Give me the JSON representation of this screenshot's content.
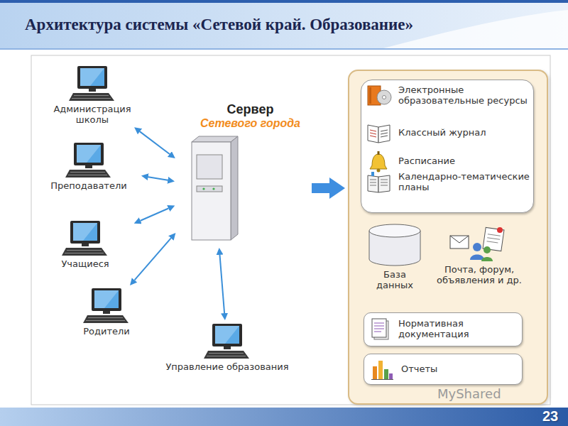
{
  "diagram": {
    "title": "Архитектура системы «Сетевой край. Образование»",
    "nodes": [
      {
        "text": [
          "Администрация школы"
        ]
      },
      {
        "text": [
          "Преподаватели"
        ]
      },
      {
        "text": [
          "Учащиеся"
        ]
      },
      {
        "text": [
          "Родители"
        ]
      },
      {
        "text": [
          "Управление образования"
        ]
      },
      {
        "text": [
          "Сервер",
          "Сетевого города"
        ]
      },
      {
        "text": []
      },
      {
        "text": [],
        "in": 6
      },
      {
        "text": [
          "Электронные образовательные ресурсы"
        ],
        "in": 7
      },
      {
        "text": [
          "Классный журнал"
        ],
        "in": 7
      },
      {
        "text": [
          "Расписание"
        ],
        "in": 7
      },
      {
        "text": [
          "Календарно-тематические планы"
        ],
        "in": 7
      },
      {
        "text": [
          "База данных"
        ],
        "in": 6
      },
      {
        "text": [
          "Почта, форум, объявления и др."
        ],
        "in": 6
      },
      {
        "text": [
          "Нормативная документация"
        ],
        "in": 6
      },
      {
        "text": [
          "Отчеты"
        ],
        "in": 6
      }
    ],
    "edges": [
      {
        "from": 0,
        "to": 5,
        "arrow": "both"
      },
      {
        "from": 1,
        "to": 5,
        "arrow": "both"
      },
      {
        "from": 2,
        "to": 5,
        "arrow": "both"
      },
      {
        "from": 3,
        "to": 5,
        "arrow": "both"
      },
      {
        "from": 4,
        "to": 5,
        "arrow": "both"
      },
      {
        "from": 5,
        "to": 6,
        "arrow": "to"
      }
    ],
    "labels": [
      "MyShared",
      "23"
    ]
  }
}
